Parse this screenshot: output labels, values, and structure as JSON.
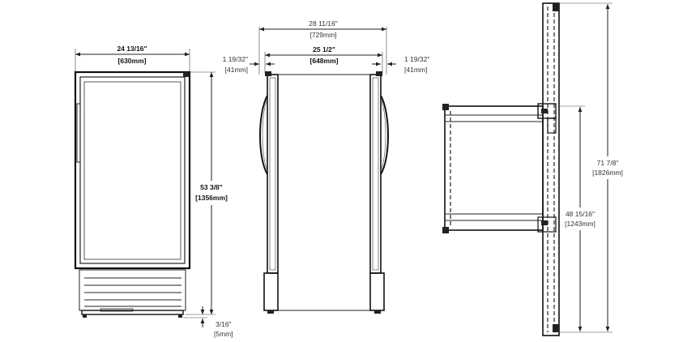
{
  "front_view": {
    "width": {
      "imperial": "24 13/16\"",
      "metric": "[630mm]"
    },
    "height": {
      "imperial": "53 3/8\"",
      "metric": "[1356mm]"
    },
    "foot": {
      "imperial": "3/16\"",
      "metric": "[5mm]"
    }
  },
  "top_view": {
    "overall_width": {
      "imperial": "28 11/16\"",
      "metric": "[729mm]"
    },
    "body_width": {
      "imperial": "25 1/2\"",
      "metric": "[648mm]"
    },
    "left_handle": {
      "imperial": "1 19/32\"",
      "metric": "[41mm]"
    },
    "right_handle": {
      "imperial": "1 19/32\"",
      "metric": "[41mm]"
    }
  },
  "side_view": {
    "overall_height": {
      "imperial": "71 7/8\"",
      "metric": "[1826mm]"
    },
    "mount_height": {
      "imperial": "48 15/16\"",
      "metric": "[1243mm]"
    }
  }
}
